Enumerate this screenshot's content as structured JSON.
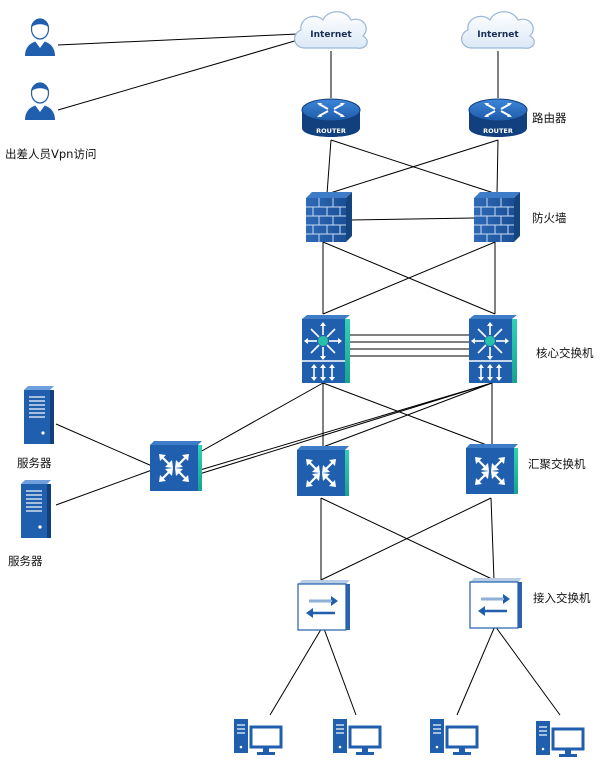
{
  "labels": {
    "vpn_users": "出差人员Vpn访问",
    "router": "路由器",
    "firewall": "防火墙",
    "core_switch": "核心交换机",
    "agg_switch": "汇聚交换机",
    "access_switch": "接入交换机",
    "server_1": "服务器",
    "server_2": "服务器"
  },
  "icons": {
    "cloud_text": "Internet",
    "router_text": "ROUTER"
  },
  "colors": {
    "device_blue": "#1f5fae",
    "device_dark": "#123f7d",
    "firewall_blue": "#2a64b0",
    "teal": "#27c1a8",
    "line": "#000000"
  }
}
